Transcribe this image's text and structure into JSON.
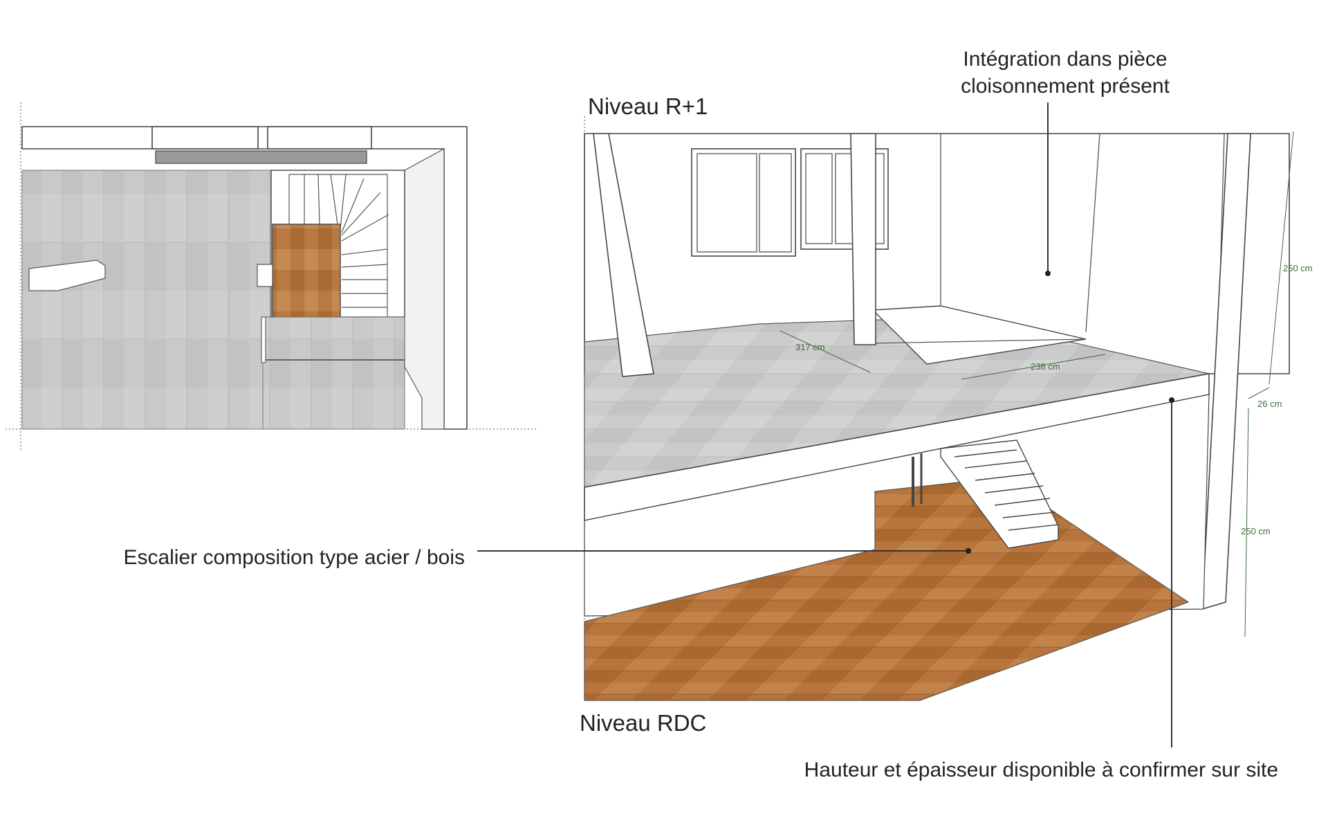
{
  "annotations": {
    "niveau_r1": "Niveau R+1",
    "niveau_rdc": "Niveau RDC",
    "integration_line1": "Intégration dans pièce",
    "integration_line2": "cloisonnement présent",
    "escalier": "Escalier composition type acier / bois",
    "hauteur": "Hauteur et épaisseur disponible à confirmer sur site"
  },
  "dimensions": {
    "width_1": "317 cm",
    "width_2": "238 cm",
    "height_upper": "250 cm",
    "slab_thickness": "26 cm",
    "height_lower": "250 cm"
  },
  "colors": {
    "grey_floor": "#c8c8c8",
    "wood_floor": "#b9763f",
    "dimension_text": "#3c6b3c"
  }
}
